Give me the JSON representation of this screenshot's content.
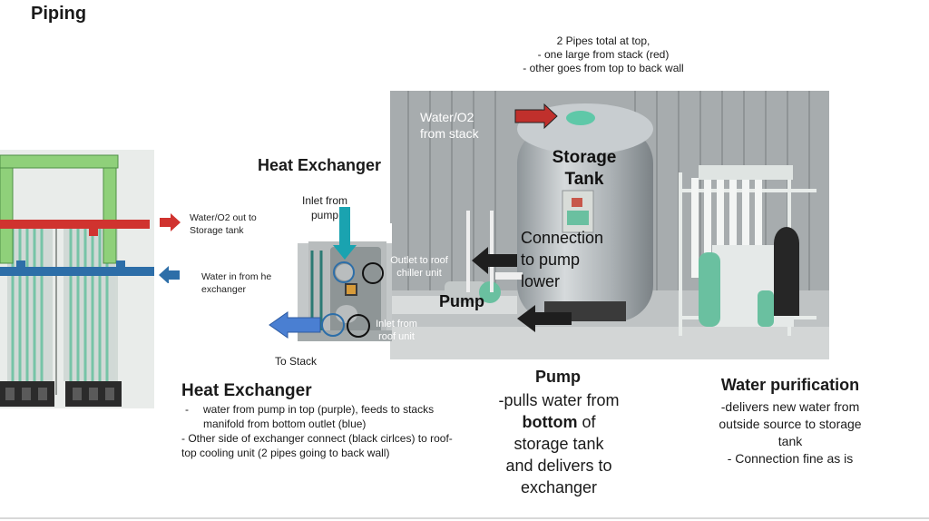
{
  "slide": {
    "title": "Piping"
  },
  "top_note": {
    "lines": [
      "2 Pipes total at top,",
      "- one large from stack (red)",
      "- other goes from top to back wall"
    ]
  },
  "left_diagram": {
    "red_arrow_label": [
      "Water/O2 out to",
      "Storage tank"
    ],
    "blue_arrow_label": [
      "Water in from he",
      "exchanger"
    ]
  },
  "photo": {
    "water_o2_label": [
      "Water/O2",
      "from stack"
    ],
    "storage_tank_label": [
      "Storage",
      "Tank"
    ],
    "connection_label": [
      "Connection",
      "to pump",
      "lower"
    ],
    "pump_label": "Pump",
    "outlet_label": [
      "Outlet to roof",
      "chiller unit"
    ],
    "inlet_roof_label": [
      "Inlet from",
      "roof unit"
    ]
  },
  "heat_exchanger_heading": "Heat Exchanger",
  "inlet_from_pump_label": [
    "Inlet from",
    "pump"
  ],
  "to_stack_label": "To Stack",
  "heat_exchanger_section": {
    "title": "Heat Exchanger",
    "bullet_marker": "-",
    "lines": [
      "water from pump in top (purple),  feeds to stacks",
      "manifold from bottom outlet (blue)",
      "- Other side of exchanger connect (black cirlces) to roof-",
      "top cooling unit  (2 pipes going to back wall)"
    ]
  },
  "pump_section": {
    "title": "Pump",
    "line1": "-pulls water from",
    "bold_word": "bottom",
    "line2_rest": " of",
    "line3": "storage tank",
    "line4": "and delivers to",
    "line5": "exchanger"
  },
  "water_purification_section": {
    "title": "Water purification",
    "lines": [
      "-delivers new water from",
      "outside source to storage",
      "tank",
      "- Connection fine as is"
    ]
  },
  "colors": {
    "red_pipe": "#d0332f",
    "blue_pipe": "#2d6ea8",
    "green_frame": "#8fd07a",
    "cyan_arrow": "#1aa3b0",
    "purple_circle": "#6a6fd6",
    "photo_label_white": "#ffffff"
  }
}
